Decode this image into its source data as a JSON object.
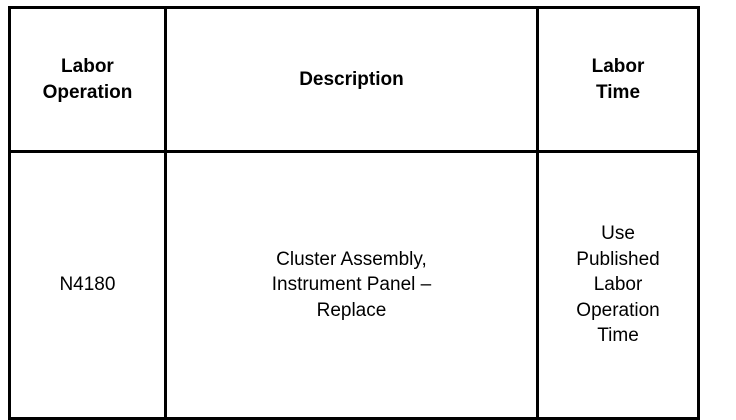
{
  "table": {
    "headers": [
      {
        "lines": [
          "Labor",
          "Operation"
        ]
      },
      {
        "lines": [
          "Description"
        ]
      },
      {
        "lines": [
          "Labor",
          "Time"
        ]
      }
    ],
    "rows": [
      {
        "operation": {
          "lines": [
            "N4180"
          ]
        },
        "description": {
          "lines": [
            "Cluster Assembly,",
            "Instrument Panel –",
            "Replace"
          ]
        },
        "time": {
          "lines": [
            "Use",
            "Published",
            "Labor",
            "Operation",
            "Time"
          ]
        }
      }
    ]
  }
}
